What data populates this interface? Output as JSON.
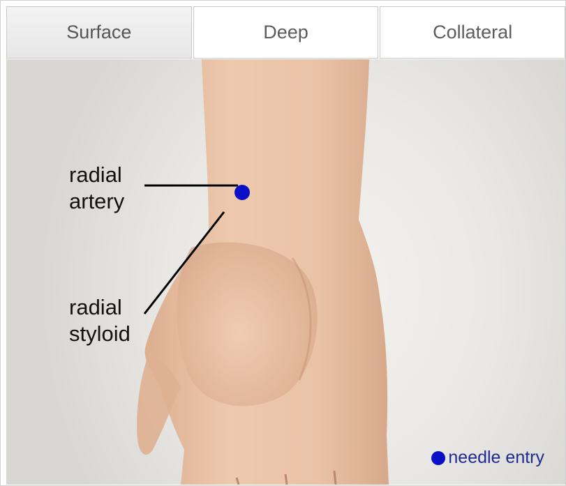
{
  "tabs": [
    {
      "label": "Surface",
      "state": "active"
    },
    {
      "label": "Deep",
      "state": "normal"
    },
    {
      "label": "Collateral",
      "state": "normal"
    }
  ],
  "annotations": {
    "radial_artery": [
      "radial",
      "artery"
    ],
    "radial_styloid": [
      "radial",
      "styloid"
    ]
  },
  "legend": {
    "text": "needle entry",
    "marker_color": "#0a10c8"
  },
  "image": {
    "subject": "hand-wrist-icon",
    "skin_color": "#e8c0a4"
  }
}
